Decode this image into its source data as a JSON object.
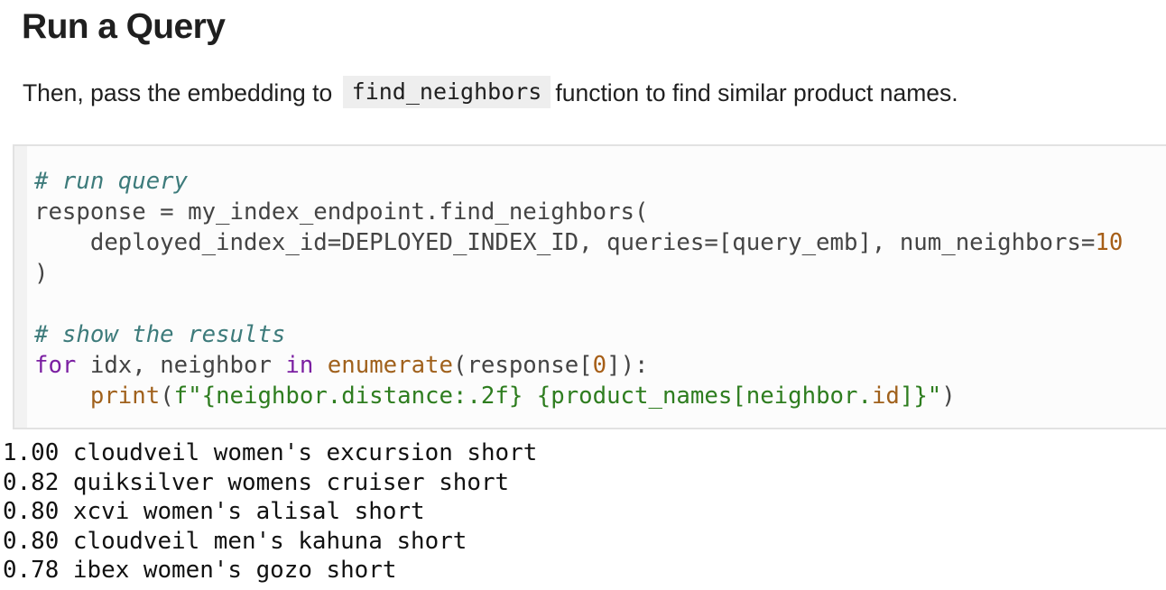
{
  "heading": "Run a Query",
  "paragraph": {
    "before": "Then, pass the embedding to",
    "code": "find_neighbors",
    "after": "function to find similar product names."
  },
  "code_cell": {
    "lines": [
      [
        {
          "t": "# run query",
          "c": "comment"
        }
      ],
      [
        {
          "t": "response = my_index_endpoint.find_neighbors(",
          "c": ""
        }
      ],
      [
        {
          "t": "    deployed_index_id=DEPLOYED_INDEX_ID, queries=[query_emb], num_neighbors=",
          "c": ""
        },
        {
          "t": "10",
          "c": "num"
        }
      ],
      [
        {
          "t": ")",
          "c": ""
        }
      ],
      [
        {
          "t": "",
          "c": ""
        }
      ],
      [
        {
          "t": "# show the results",
          "c": "comment"
        }
      ],
      [
        {
          "t": "for",
          "c": "kw"
        },
        {
          "t": " idx, neighbor ",
          "c": ""
        },
        {
          "t": "in",
          "c": "kw"
        },
        {
          "t": " ",
          "c": ""
        },
        {
          "t": "enumerate",
          "c": "builtin"
        },
        {
          "t": "(response[",
          "c": ""
        },
        {
          "t": "0",
          "c": "num"
        },
        {
          "t": "]):",
          "c": ""
        }
      ],
      [
        {
          "t": "    ",
          "c": ""
        },
        {
          "t": "print",
          "c": "builtin"
        },
        {
          "t": "(",
          "c": ""
        },
        {
          "t": "f\"{neighbor.distance:.2f} {product_names[neighbor.",
          "c": "str"
        },
        {
          "t": "id",
          "c": "attr"
        },
        {
          "t": "]}\"",
          "c": "str"
        },
        {
          "t": ")",
          "c": ""
        }
      ]
    ]
  },
  "output": {
    "lines": [
      "1.00 cloudveil women's excursion short",
      "0.82 quiksilver womens cruiser short",
      "0.80 xcvi women's alisal short",
      "0.80 cloudveil men's kahuna short",
      "0.78 ibex women's gozo short"
    ]
  },
  "results": [
    {
      "distance": "1.00",
      "product_name": "cloudveil women's excursion short"
    },
    {
      "distance": "0.82",
      "product_name": "quiksilver womens cruiser short"
    },
    {
      "distance": "0.80",
      "product_name": "xcvi women's alisal short"
    },
    {
      "distance": "0.80",
      "product_name": "cloudveil men's kahuna short"
    },
    {
      "distance": "0.78",
      "product_name": "ibex women's gozo short"
    }
  ],
  "colors": {
    "comment": "#3d7b7b",
    "keyword": "#7b1fa2",
    "builtin": "#a0611c",
    "number": "#a65e17",
    "string": "#2e7d1f",
    "code_text": "#444444",
    "cell_background": "#fcfcfc",
    "cell_border": "#e2e2e2",
    "inline_code_background": "#eeeeee"
  }
}
